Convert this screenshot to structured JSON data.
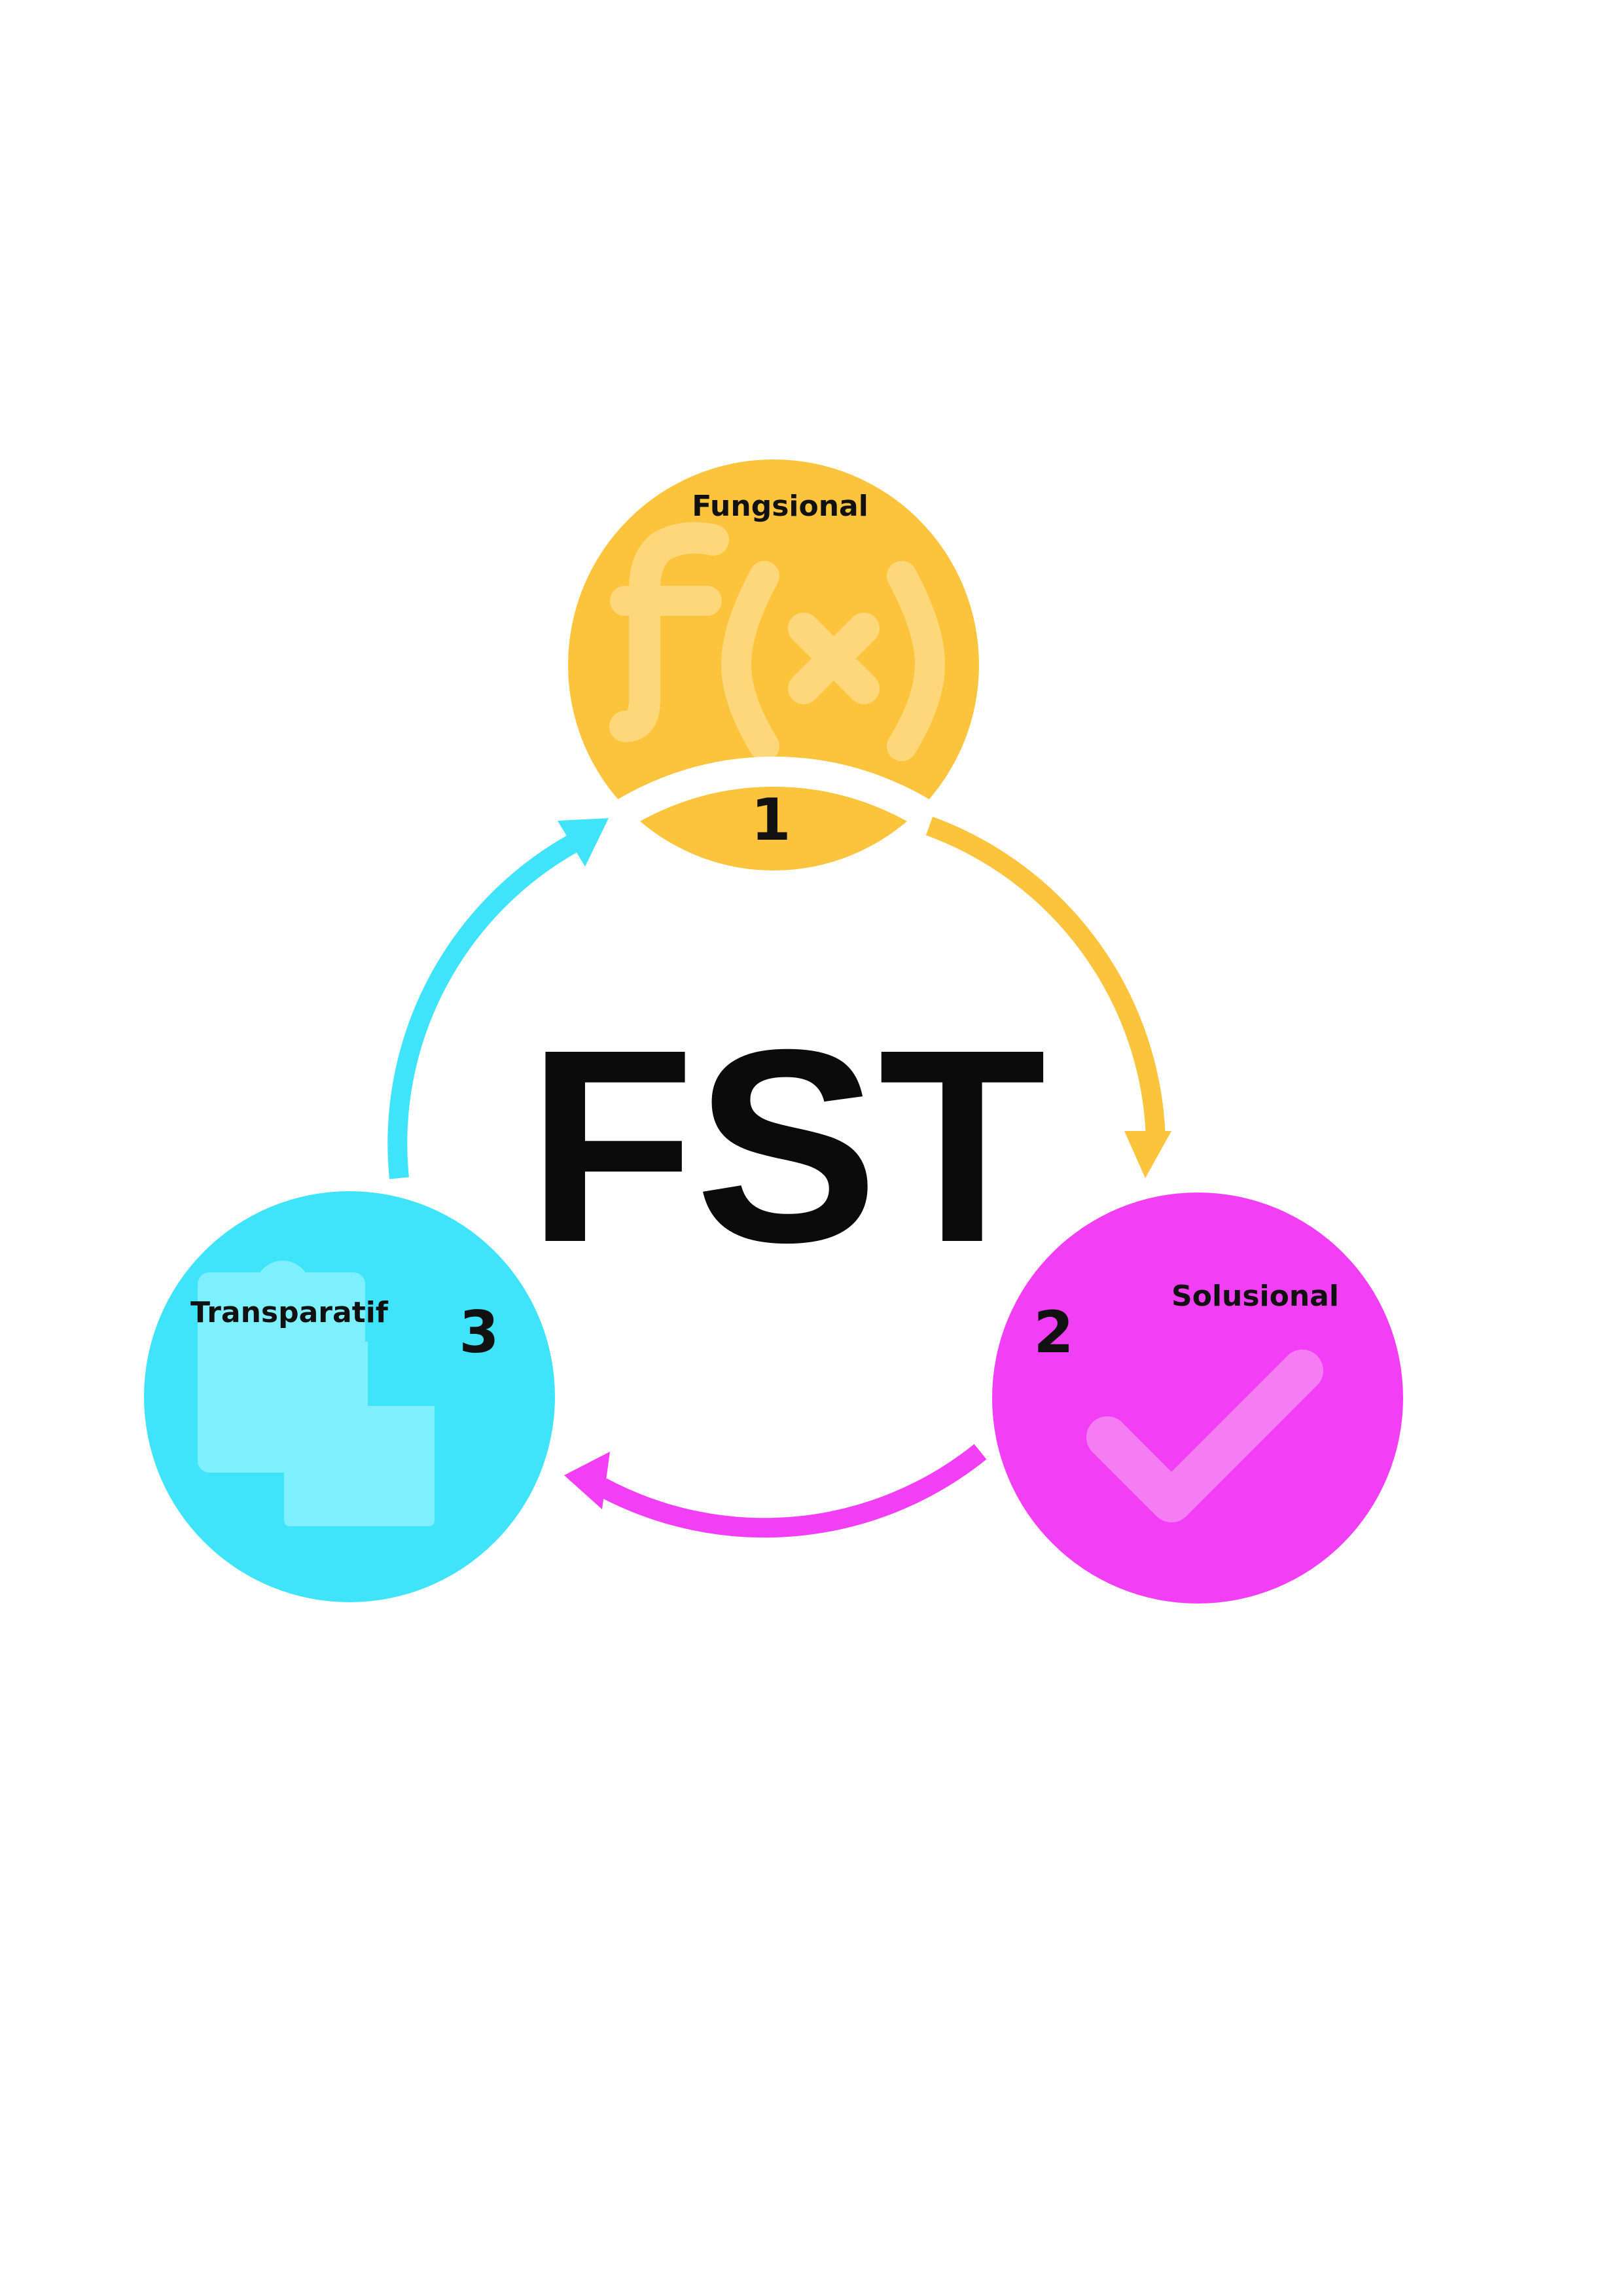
{
  "title": "FST",
  "stages": [
    {
      "number": "1",
      "label": "Fungsional",
      "icon": "function-icon",
      "color": "#fcc43c",
      "icon_color": "#fdd779"
    },
    {
      "number": "2",
      "label": "Solusional",
      "icon": "checkmark-icon",
      "color": "#f23ff5",
      "icon_color": "#f67cf4"
    },
    {
      "number": "3",
      "label": "Transparatif",
      "icon": "clipboard-copy-icon",
      "color": "#40e4fa",
      "icon_color": "#7eeffd"
    }
  ],
  "arrow_colors": {
    "stage1_to_stage2": "#fcc43c",
    "stage2_to_stage3": "#f23ff5",
    "stage3_to_stage1": "#40e4fa"
  }
}
